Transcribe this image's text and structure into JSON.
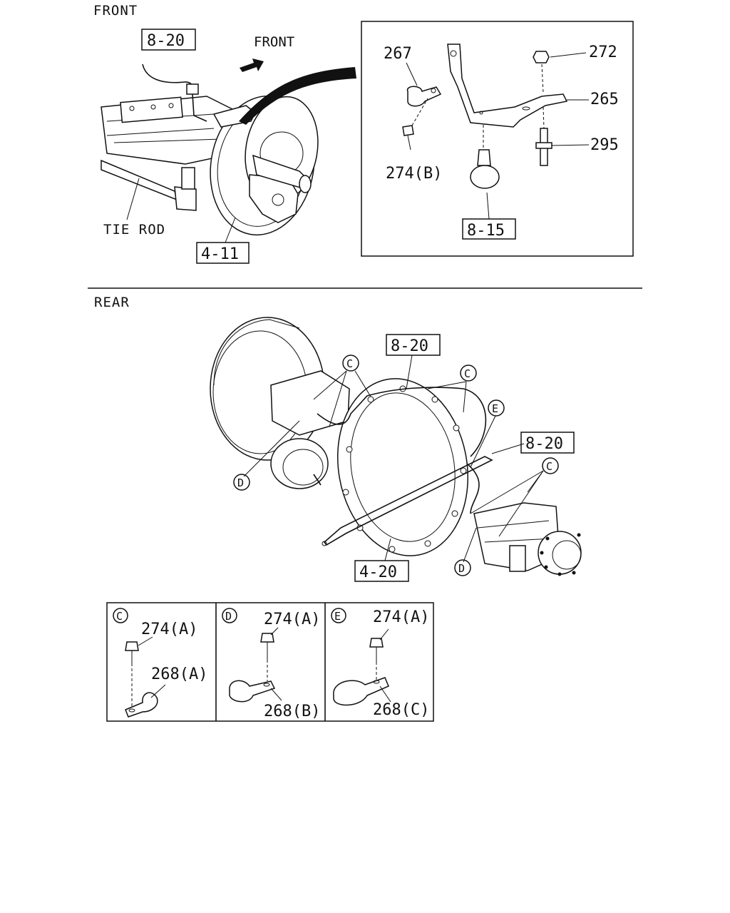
{
  "sections": {
    "front": "FRONT",
    "rear": "REAR"
  },
  "front": {
    "direction_label": "FRONT",
    "ref_8_20": "8-20",
    "tie_rod": "TIE ROD",
    "ref_4_11": "4-11",
    "detail": {
      "p267": "267",
      "p272": "272",
      "p265": "265",
      "p295": "295",
      "p274b": "274(B)",
      "ref_8_15": "8-15"
    }
  },
  "rear": {
    "ref_8_20_top": "8-20",
    "ref_8_20_right": "8-20",
    "ref_4_20": "4-20",
    "callout_c": "C",
    "callout_d": "D",
    "callout_e": "E"
  },
  "insets": [
    {
      "letter": "C",
      "bolt": "274(A)",
      "clip": "268(A)"
    },
    {
      "letter": "D",
      "bolt": "274(A)",
      "clip": "268(B)"
    },
    {
      "letter": "E",
      "bolt": "274(A)",
      "clip": "268(C)"
    }
  ]
}
